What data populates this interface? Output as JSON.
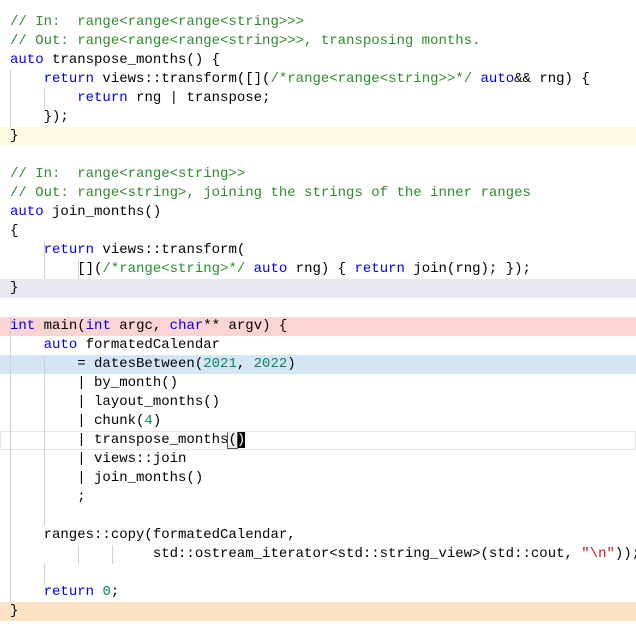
{
  "editor": {
    "lines": [
      {
        "id": "l1",
        "hl": "",
        "tokens": [
          [
            "comment",
            "// In:  range<range<range<string>>>"
          ]
        ]
      },
      {
        "id": "l2",
        "hl": "",
        "tokens": [
          [
            "comment",
            "// Out: range<range<range<string>>>, transposing months."
          ]
        ]
      },
      {
        "id": "l3",
        "hl": "",
        "tokens": [
          [
            "kw",
            "auto"
          ],
          [
            "plain",
            " transpose_months() {"
          ]
        ]
      },
      {
        "id": "l4",
        "hl": "",
        "tokens": [
          [
            "plain",
            "    "
          ],
          [
            "kw",
            "return"
          ],
          [
            "plain",
            " views::transform([]("
          ],
          [
            "comment",
            "/*range<range<string>>*/"
          ],
          [
            "plain",
            " "
          ],
          [
            "kw",
            "auto"
          ],
          [
            "plain",
            "&& rng) {"
          ]
        ]
      },
      {
        "id": "l5",
        "hl": "",
        "tokens": [
          [
            "plain",
            "        "
          ],
          [
            "kw",
            "return"
          ],
          [
            "plain",
            " rng | transpose;"
          ]
        ]
      },
      {
        "id": "l6",
        "hl": "",
        "tokens": [
          [
            "plain",
            "    });"
          ]
        ]
      },
      {
        "id": "l7",
        "hl": "yellow",
        "tokens": [
          [
            "plain",
            "}"
          ]
        ]
      },
      {
        "id": "l8",
        "hl": "",
        "tokens": [
          [
            "plain",
            ""
          ]
        ]
      },
      {
        "id": "l9",
        "hl": "",
        "tokens": [
          [
            "comment",
            "// In:  range<range<string>>"
          ]
        ]
      },
      {
        "id": "l10",
        "hl": "",
        "tokens": [
          [
            "comment",
            "// Out: range<string>, joining the strings of the inner ranges"
          ]
        ]
      },
      {
        "id": "l11",
        "hl": "",
        "tokens": [
          [
            "kw",
            "auto"
          ],
          [
            "plain",
            " join_months()"
          ]
        ]
      },
      {
        "id": "l12",
        "hl": "",
        "tokens": [
          [
            "plain",
            "{"
          ]
        ]
      },
      {
        "id": "l13",
        "hl": "",
        "tokens": [
          [
            "plain",
            "    "
          ],
          [
            "kw",
            "return"
          ],
          [
            "plain",
            " views::transform("
          ]
        ]
      },
      {
        "id": "l14",
        "hl": "",
        "tokens": [
          [
            "plain",
            "        []("
          ],
          [
            "comment",
            "/*range<string>*/"
          ],
          [
            "plain",
            " "
          ],
          [
            "kw",
            "auto"
          ],
          [
            "plain",
            " rng) { "
          ],
          [
            "kw",
            "return"
          ],
          [
            "plain",
            " join(rng); });"
          ]
        ]
      },
      {
        "id": "l15",
        "hl": "lavender",
        "tokens": [
          [
            "plain",
            "}"
          ]
        ]
      },
      {
        "id": "l16",
        "hl": "",
        "tokens": [
          [
            "plain",
            ""
          ]
        ]
      },
      {
        "id": "l17",
        "hl": "red",
        "tokens": [
          [
            "kw",
            "int"
          ],
          [
            "plain",
            " main("
          ],
          [
            "kw",
            "int"
          ],
          [
            "plain",
            " argc, "
          ],
          [
            "kw",
            "char"
          ],
          [
            "plain",
            "** argv) {"
          ]
        ]
      },
      {
        "id": "l18",
        "hl": "",
        "tokens": [
          [
            "plain",
            "    "
          ],
          [
            "kw",
            "auto"
          ],
          [
            "plain",
            " formatedCalendar"
          ]
        ]
      },
      {
        "id": "l19",
        "hl": "blue",
        "tokens": [
          [
            "plain",
            "        = datesBetween("
          ],
          [
            "num",
            "2021"
          ],
          [
            "plain",
            ", "
          ],
          [
            "num",
            "2022"
          ],
          [
            "plain",
            ")"
          ]
        ]
      },
      {
        "id": "l20",
        "hl": "",
        "tokens": [
          [
            "plain",
            "        | by_month()"
          ]
        ]
      },
      {
        "id": "l21",
        "hl": "",
        "tokens": [
          [
            "plain",
            "        | layout_months()"
          ]
        ]
      },
      {
        "id": "l22",
        "hl": "",
        "tokens": [
          [
            "plain",
            "        | chunk("
          ],
          [
            "num",
            "4"
          ],
          [
            "plain",
            ")"
          ]
        ]
      },
      {
        "id": "l23",
        "hl": "cursor",
        "tokens": [
          [
            "plain",
            "        | transpose_months"
          ],
          [
            "bracket",
            "("
          ],
          [
            "bracketclose",
            ")"
          ]
        ]
      },
      {
        "id": "l24",
        "hl": "",
        "tokens": [
          [
            "plain",
            "        | views::join"
          ]
        ]
      },
      {
        "id": "l25",
        "hl": "",
        "tokens": [
          [
            "plain",
            "        | join_months()"
          ]
        ]
      },
      {
        "id": "l26",
        "hl": "",
        "tokens": [
          [
            "plain",
            "        ;"
          ]
        ]
      },
      {
        "id": "l27",
        "hl": "",
        "tokens": [
          [
            "plain",
            ""
          ]
        ]
      },
      {
        "id": "l28",
        "hl": "",
        "tokens": [
          [
            "plain",
            "    ranges::copy(formatedCalendar,"
          ]
        ]
      },
      {
        "id": "l29",
        "hl": "",
        "tokens": [
          [
            "plain",
            "                 std::ostream_iterator<std::string_view>(std::cout, "
          ],
          [
            "str",
            "\"\\n\""
          ],
          [
            "plain",
            "));"
          ]
        ]
      },
      {
        "id": "l30",
        "hl": "",
        "tokens": [
          [
            "plain",
            ""
          ]
        ]
      },
      {
        "id": "l31",
        "hl": "",
        "tokens": [
          [
            "plain",
            "    "
          ],
          [
            "kw",
            "return"
          ],
          [
            "plain",
            " "
          ],
          [
            "num",
            "0"
          ],
          [
            "plain",
            ";"
          ]
        ]
      },
      {
        "id": "l32",
        "hl": "orange",
        "tokens": [
          [
            "plain",
            "}"
          ]
        ]
      }
    ]
  }
}
